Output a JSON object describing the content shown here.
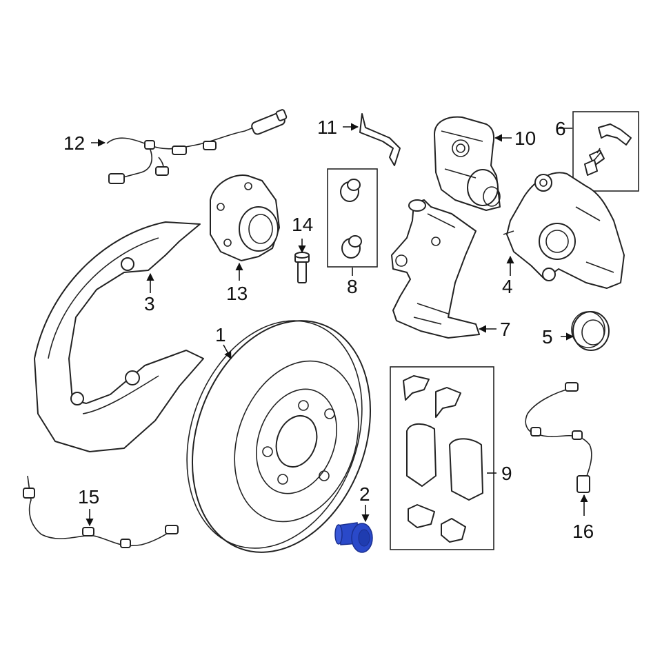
{
  "colors": {
    "line": "#222222",
    "highlight": "#2a49c9",
    "highlight_dark": "#1a2f8f",
    "background": "#ffffff"
  },
  "callouts": {
    "c1": "1",
    "c2": "2",
    "c3": "3",
    "c4": "4",
    "c5": "5",
    "c6": "6",
    "c7": "7",
    "c8": "8",
    "c9": "9",
    "c10": "10",
    "c11": "11",
    "c12": "12",
    "c13": "13",
    "c14": "14",
    "c15": "15",
    "c16": "16"
  },
  "highlighted_part": "2"
}
